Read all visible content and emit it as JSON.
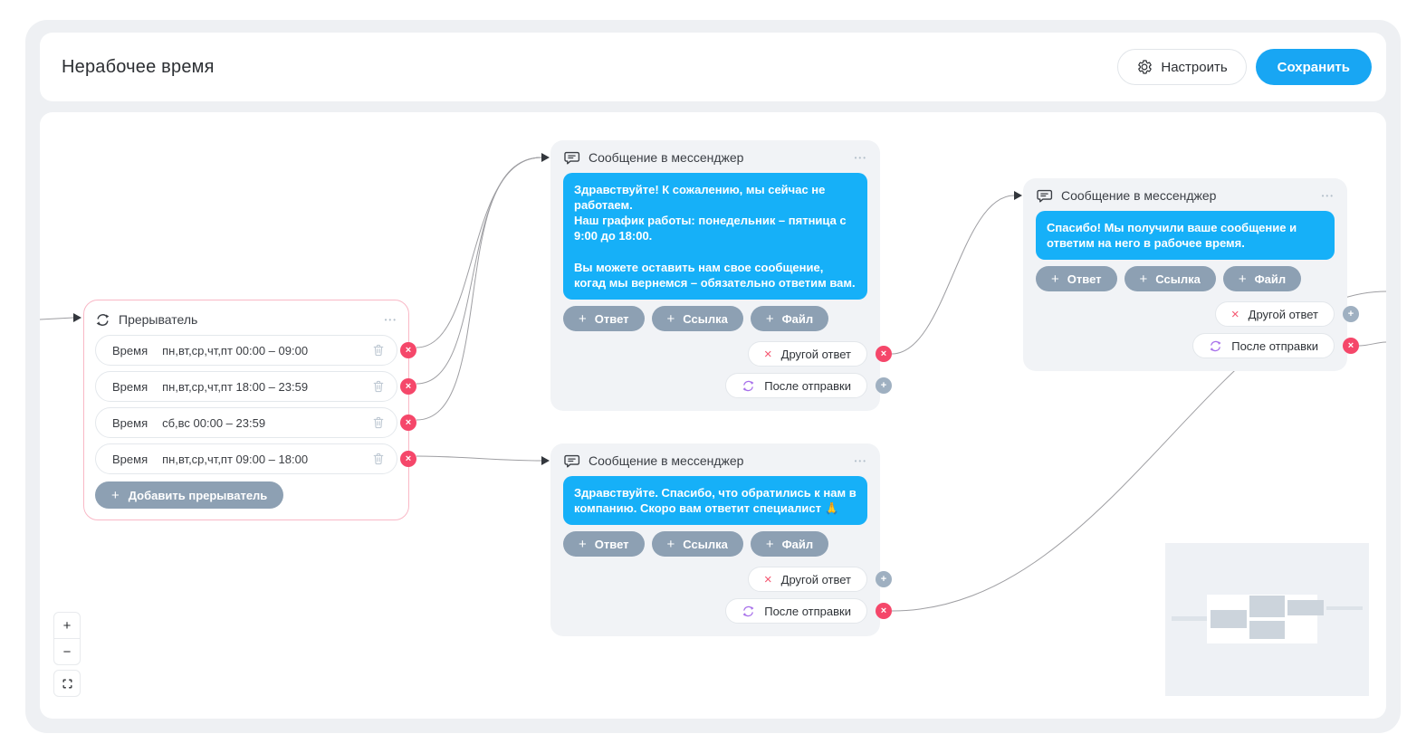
{
  "page": {
    "title": "Нерабочее время"
  },
  "header": {
    "configure_label": "Настроить",
    "save_label": "Сохранить"
  },
  "icons": {
    "dots": "•••",
    "plus": "+",
    "close": "×",
    "zoom_in": "+",
    "zoom_out": "−"
  },
  "colors": {
    "accent_blue": "#18a6f3",
    "bubble_blue": "#16b0f8",
    "connector_red": "#f5476a",
    "connector_gray": "#9fb0c1",
    "pill_gray": "#8da0b3",
    "interrupter_border": "#f9b8c6",
    "purple_icon": "#a770ea"
  },
  "interrupter": {
    "title": "Прерыватель",
    "rows": [
      {
        "label": "Время",
        "value": "пн,вт,ср,чт,пт 00:00 – 09:00"
      },
      {
        "label": "Время",
        "value": "пн,вт,ср,чт,пт 18:00 – 23:59"
      },
      {
        "label": "Время",
        "value": "сб,вс 00:00 – 23:59"
      },
      {
        "label": "Время",
        "value": "пн,вт,ср,чт,пт 09:00 – 18:00"
      }
    ],
    "add_label": "Добавить прерыватель"
  },
  "message_nodes": [
    {
      "title": "Сообщение в мессенджер",
      "text": "Здравствуйте! К сожалению, мы сейчас не работаем.\nНаш график работы: понедельник – пятница с 9:00 до 18:00.\n\nВы можете оставить нам свое сообщение, когад мы вернемся – обязательно ответим вам.",
      "actions": [
        "Ответ",
        "Ссылка",
        "Файл"
      ],
      "other_reply_label": "Другой ответ",
      "after_send_label": "После отправки"
    },
    {
      "title": "Сообщение в мессенджер",
      "text": "Спасибо! Мы получили ваше сообщение и ответим на него в рабочее время.",
      "actions": [
        "Ответ",
        "Ссылка",
        "Файл"
      ],
      "other_reply_label": "Другой ответ",
      "after_send_label": "После отправки"
    },
    {
      "title": "Сообщение в мессенджер",
      "text": "Здравствуйте. Спасибо, что обратились к нам в компанию. Скоро вам ответит специалист 🙏",
      "actions": [
        "Ответ",
        "Ссылка",
        "Файл"
      ],
      "other_reply_label": "Другой ответ",
      "after_send_label": "После отправки"
    }
  ]
}
